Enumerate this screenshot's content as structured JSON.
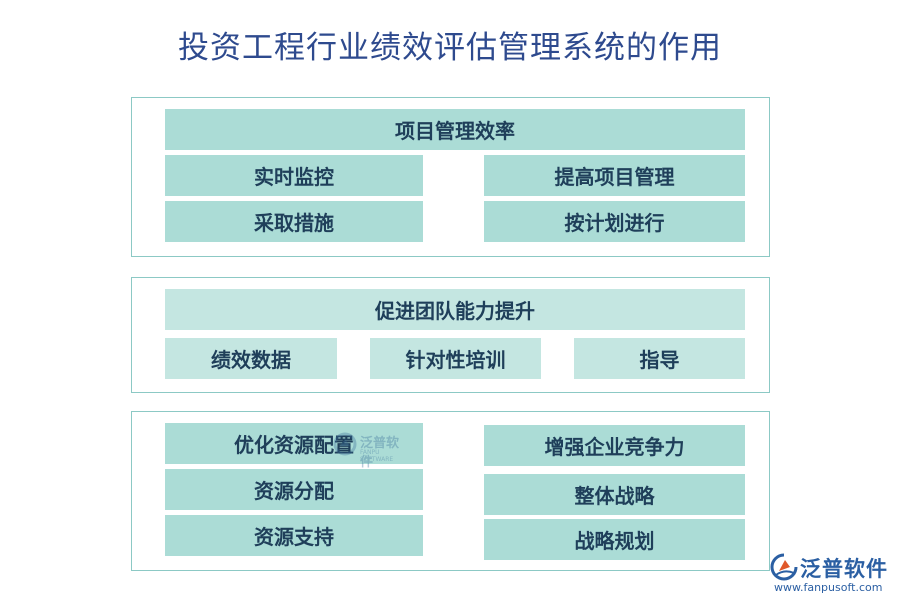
{
  "title": "投资工程行业绩效评估管理系统的作用",
  "section1": {
    "header": "项目管理效率",
    "left": [
      "实时监控",
      "采取措施"
    ],
    "right": [
      "提高项目管理",
      "按计划进行"
    ]
  },
  "section2": {
    "header": "促进团队能力提升",
    "items": [
      "绩效数据",
      "针对性培训",
      "指导"
    ]
  },
  "section3": {
    "left": [
      "优化资源配置",
      "资源分配",
      "资源支持"
    ],
    "right": [
      "增强企业竞争力",
      "整体战略",
      "战略规划"
    ]
  },
  "watermark": {
    "text": "泛普软件",
    "sub": "FANPU SOFTWARE"
  },
  "logo": {
    "text": "泛普软件",
    "url": "www.fanpusoft.com",
    "icon": "fanpu-logo-icon"
  },
  "colors": {
    "box": "#abdcd6",
    "box_light": "#c4e6e1",
    "border": "#8cc9c5",
    "title": "#2e4a8e"
  }
}
